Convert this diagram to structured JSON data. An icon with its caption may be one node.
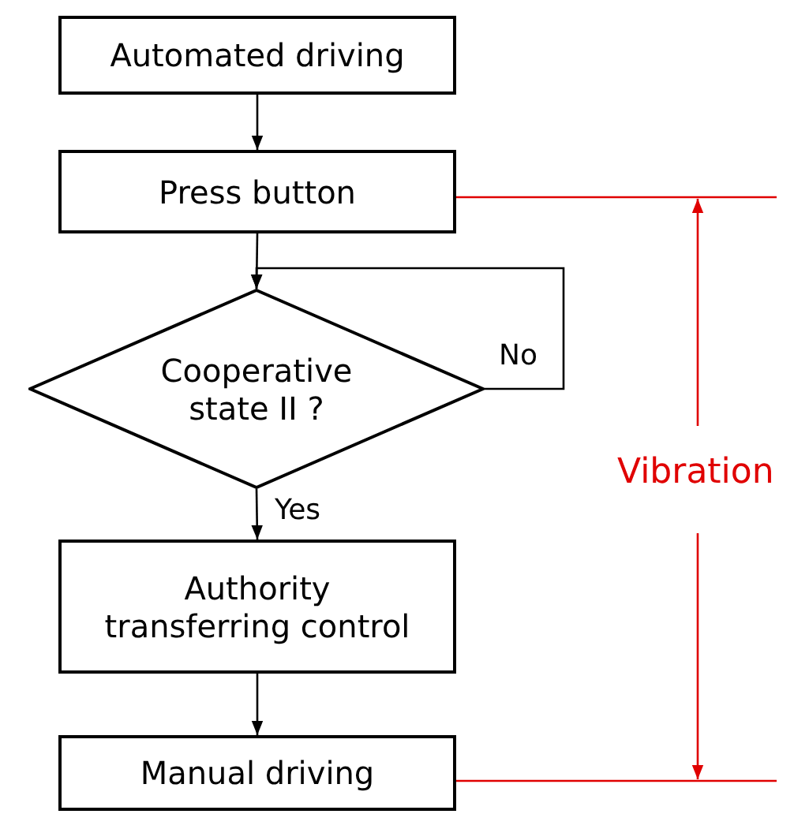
{
  "diagram": {
    "nodes": [
      {
        "text": [
          "Automated driving"
        ]
      },
      {
        "text": [
          "Press button"
        ]
      },
      {
        "text": [
          "Cooperative state II ?"
        ]
      },
      {
        "text": [
          "Authority transferring control"
        ]
      },
      {
        "text": [
          "Manual driving"
        ]
      }
    ],
    "edges": [
      {
        "from": 0,
        "to": 1,
        "arrow": "to"
      },
      {
        "from": 1,
        "to": 2,
        "arrow": "to"
      },
      {
        "from": 2,
        "to": 2,
        "label": "No",
        "arrow": "to"
      },
      {
        "from": 2,
        "to": 3,
        "label": "Yes",
        "arrow": "to"
      },
      {
        "from": 3,
        "to": 4,
        "arrow": "to"
      }
    ],
    "labels": [
      "Vibration"
    ]
  }
}
